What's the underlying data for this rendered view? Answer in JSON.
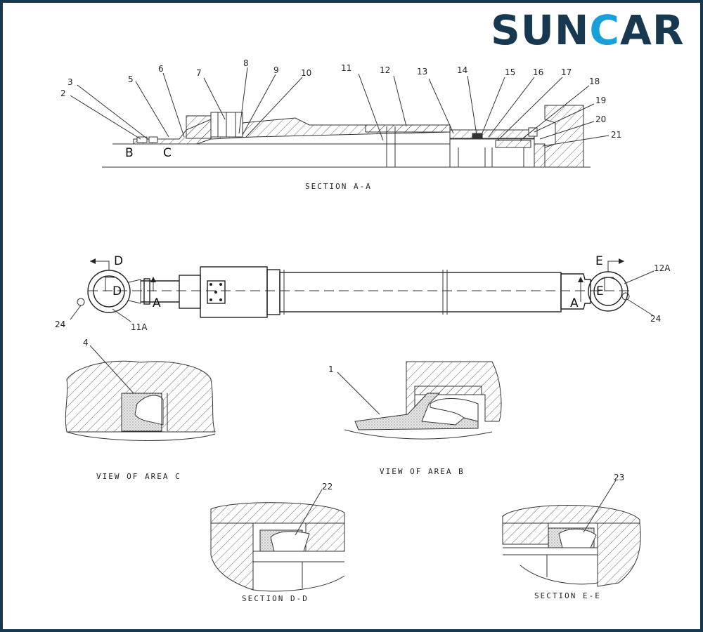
{
  "logo": {
    "text_left": "SUN",
    "text_c": "C",
    "text_right": "AR",
    "dark_color": "#17384e",
    "accent_color": "#1aa0d8"
  },
  "frame_color": "#17384e",
  "section_aa": {
    "caption": "SECTION A-A",
    "callouts": [
      "2",
      "3",
      "5",
      "6",
      "7",
      "8",
      "9",
      "10",
      "11",
      "12",
      "13",
      "14",
      "15",
      "16",
      "17",
      "18",
      "19",
      "20",
      "21"
    ],
    "letters": {
      "b": "B",
      "c": "C"
    }
  },
  "assembly": {
    "marker_d": "D",
    "marker_e": "E",
    "marker_a_left": "A",
    "marker_a_right": "A",
    "circle_d": "D",
    "circle_e": "E",
    "label_11a": "11A",
    "label_12a": "12A",
    "label_24_left": "24",
    "label_24_right": "24"
  },
  "view_c": {
    "caption": "VIEW OF AREA C",
    "callout": "4"
  },
  "view_b": {
    "caption": "VIEW OF AREA B",
    "callout": "1"
  },
  "section_dd": {
    "caption": "SECTION D-D",
    "callout": "22"
  },
  "section_ee": {
    "caption": "SECTION E-E",
    "callout": "23"
  }
}
